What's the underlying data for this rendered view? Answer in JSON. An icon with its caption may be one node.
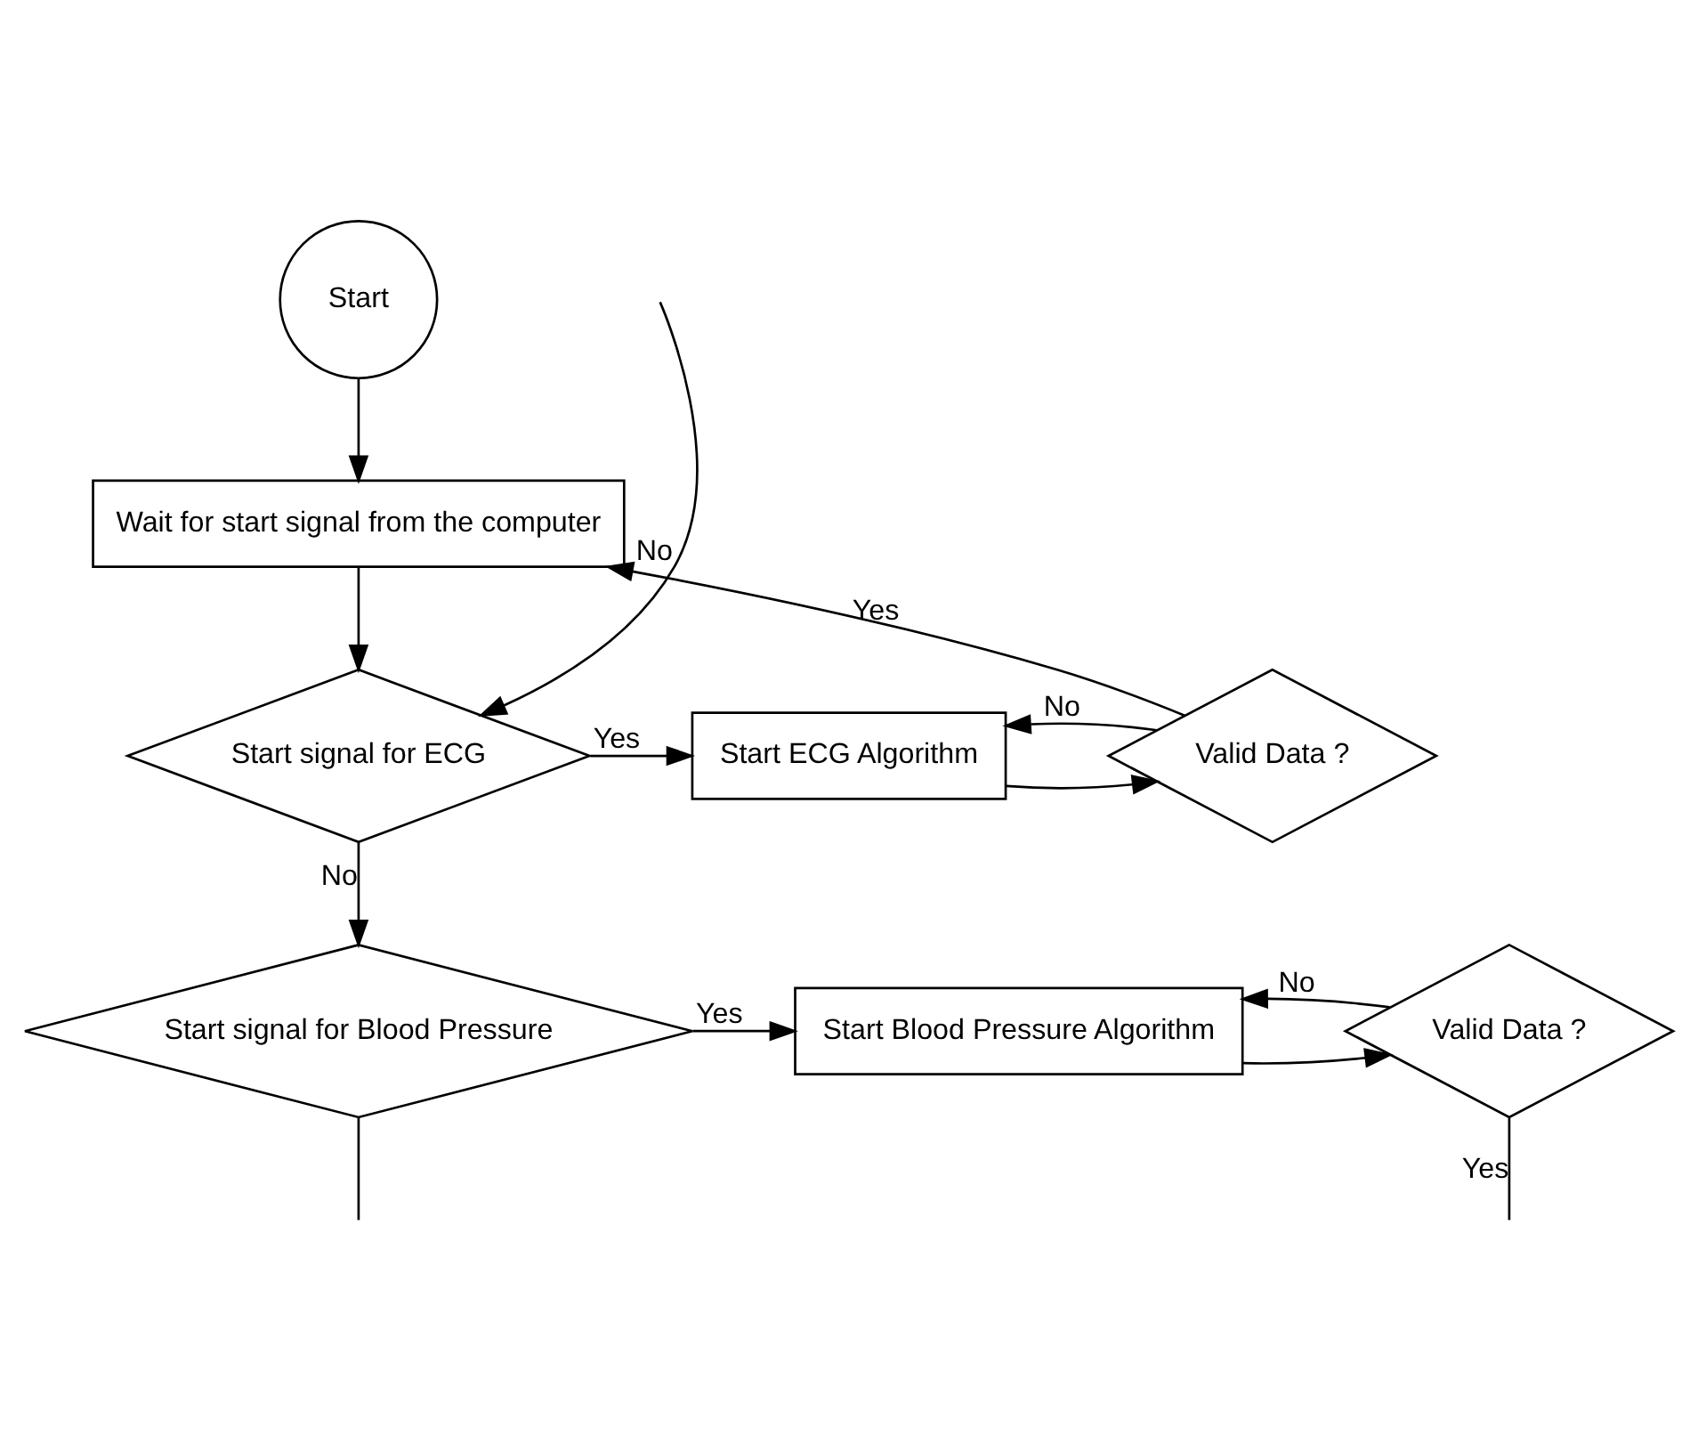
{
  "diagram": {
    "nodes": [
      {
        "text": [
          "Start"
        ]
      },
      {
        "text": [
          "Wait for start signal from the computer"
        ]
      },
      {
        "text": [
          "Start signal for ECG"
        ]
      },
      {
        "text": [
          "Start ECG Algorithm"
        ]
      },
      {
        "text": [
          "Valid Data ?"
        ]
      },
      {
        "text": [
          "Start signal for Blood Pressure"
        ]
      },
      {
        "text": [
          "Start Blood Pressure Algorithm"
        ]
      },
      {
        "text": [
          "Valid Data ?"
        ]
      }
    ],
    "edges": [
      {
        "from": 0,
        "to": 1,
        "arrow": "to"
      },
      {
        "from": 1,
        "to": 2,
        "arrow": "to"
      },
      {
        "from": 2,
        "to": 3,
        "arrow": "to",
        "label": "Yes"
      },
      {
        "from": 3,
        "to": 4,
        "arrow": "to"
      },
      {
        "from": 4,
        "to": 3,
        "arrow": "to",
        "label": "No"
      },
      {
        "from": 4,
        "to": 1,
        "arrow": "to",
        "label": "Yes"
      },
      {
        "from": 2,
        "to": 5,
        "arrow": "to",
        "label": "No"
      },
      {
        "from": 5,
        "to": 6,
        "arrow": "to",
        "label": "Yes"
      },
      {
        "from": 6,
        "to": 7,
        "arrow": "to"
      },
      {
        "from": 7,
        "to": 6,
        "arrow": "to",
        "label": "No"
      },
      {
        "from": 7,
        "to": null,
        "arrow": "none",
        "label": "Yes"
      },
      {
        "from": 5,
        "to": null,
        "arrow": "none"
      },
      {
        "from": null,
        "to": 2,
        "arrow": "to",
        "label": "No"
      }
    ]
  }
}
